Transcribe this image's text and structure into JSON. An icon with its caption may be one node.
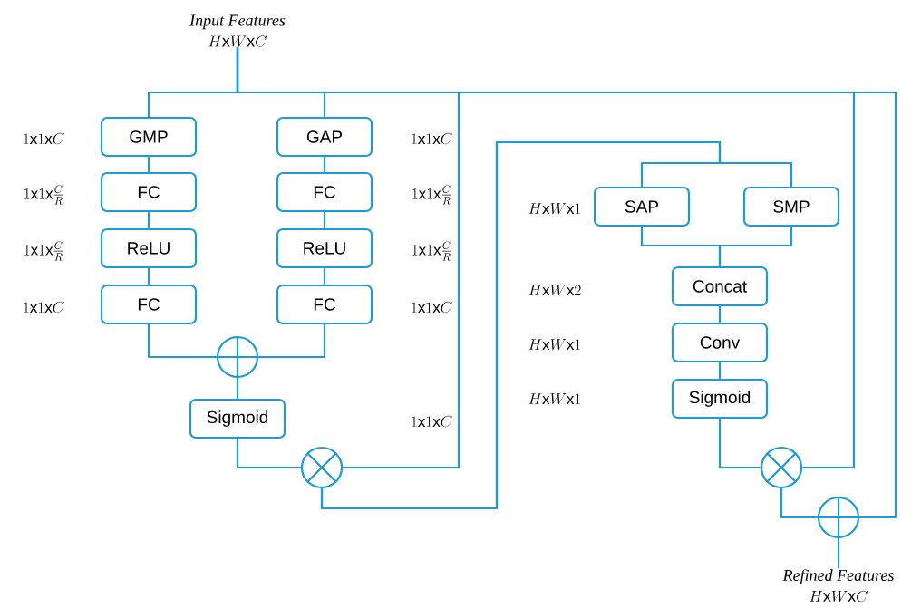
{
  "diagram": {
    "nodes": [
      {
        "text": [
          "Input Features",
          "H\\mathrm{x}W\\mathrm{x}C"
        ]
      },
      {
        "text": [
          "GMP"
        ]
      },
      {
        "text": [
          "GAP"
        ]
      },
      {
        "text": [
          "FC"
        ]
      },
      {
        "text": [
          "FC"
        ]
      },
      {
        "text": [
          "ReLU"
        ]
      },
      {
        "text": [
          "ReLU"
        ]
      },
      {
        "text": [
          "FC"
        ]
      },
      {
        "text": [
          "FC"
        ]
      },
      {
        "text": [],
        "shape": "circle"
      },
      {
        "text": [
          "Sigmoid"
        ]
      },
      {
        "text": [],
        "shape": "circle"
      },
      {
        "text": [
          "SAP"
        ]
      },
      {
        "text": [
          "SMP"
        ]
      },
      {
        "text": [
          "Concat"
        ]
      },
      {
        "text": [
          "Conv"
        ]
      },
      {
        "text": [
          "Sigmoid"
        ]
      },
      {
        "text": [],
        "shape": "circle"
      },
      {
        "text": [],
        "shape": "circle"
      },
      {
        "text": [
          "Refined Features",
          "H\\mathrm{x}W\\mathrm{x}C"
        ]
      }
    ],
    "edges": [
      {
        "from": 0,
        "to": 1,
        "arrow": "none"
      },
      {
        "from": 0,
        "to": 2,
        "arrow": "none"
      },
      {
        "from": 0,
        "to": 11,
        "arrow": "none"
      },
      {
        "from": 0,
        "to": 17,
        "arrow": "none"
      },
      {
        "from": 0,
        "to": 18,
        "arrow": "none"
      },
      {
        "from": 1,
        "to": 3,
        "arrow": "none"
      },
      {
        "from": 2,
        "to": 4,
        "arrow": "none"
      },
      {
        "from": 3,
        "to": 5,
        "arrow": "none"
      },
      {
        "from": 4,
        "to": 6,
        "arrow": "none"
      },
      {
        "from": 5,
        "to": 7,
        "arrow": "none"
      },
      {
        "from": 6,
        "to": 8,
        "arrow": "none"
      },
      {
        "from": 7,
        "to": 9,
        "arrow": "none"
      },
      {
        "from": 8,
        "to": 9,
        "arrow": "none"
      },
      {
        "from": 9,
        "to": 10,
        "arrow": "none"
      },
      {
        "from": 10,
        "to": 11,
        "arrow": "none"
      },
      {
        "from": 11,
        "to": 12,
        "arrow": "none"
      },
      {
        "from": 11,
        "to": 13,
        "arrow": "none"
      },
      {
        "from": 12,
        "to": 14,
        "arrow": "none"
      },
      {
        "from": 13,
        "to": 14,
        "arrow": "none"
      },
      {
        "from": 14,
        "to": 15,
        "arrow": "none"
      },
      {
        "from": 15,
        "to": 16,
        "arrow": "none"
      },
      {
        "from": 16,
        "to": 17,
        "arrow": "none"
      },
      {
        "from": 17,
        "to": 18,
        "arrow": "none"
      },
      {
        "from": 18,
        "to": 19,
        "arrow": "none"
      }
    ],
    "labels": [
      "1\\mathrm{x}1\\mathrm{x}C",
      "1\\mathrm{x}1\\mathrm{x}C",
      "1\\mathrm{x}1\\mathrm{x}\\tfrac{C}{R}",
      "1\\mathrm{x}1\\mathrm{x}\\tfrac{C}{R}",
      "H\\mathrm{x}W\\mathrm{x}1",
      "1\\mathrm{x}1\\mathrm{x}\\tfrac{C}{R}",
      "1\\mathrm{x}1\\mathrm{x}\\tfrac{C}{R}",
      "H\\mathrm{x}W\\mathrm{x}2",
      "1\\mathrm{x}1\\mathrm{x}C",
      "1\\mathrm{x}1\\mathrm{x}C",
      "H\\mathrm{x}W\\mathrm{x}1",
      "H\\mathrm{x}W\\mathrm{x}1",
      "1\\mathrm{x}1\\mathrm{x}C"
    ]
  }
}
